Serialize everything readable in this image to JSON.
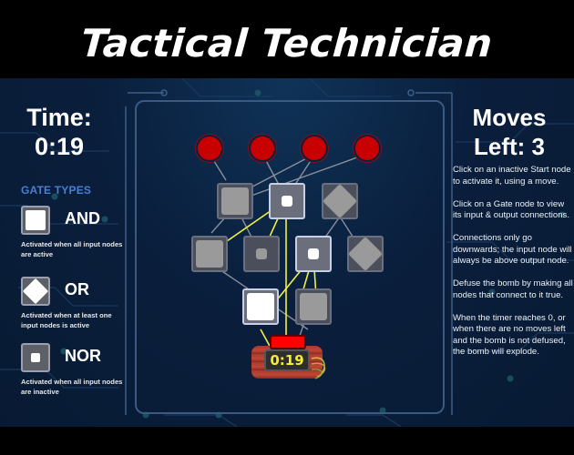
{
  "title": "Tactical Technician",
  "left_panel": {
    "time_label": "Time:",
    "time_value": "0:19",
    "gate_types_heading": "GATE TYPES",
    "gates": [
      {
        "name": "AND",
        "icon": "and-gate-icon",
        "description": "Activated when all input nodes are active"
      },
      {
        "name": "OR",
        "icon": "or-gate-icon",
        "description": "Activated when at least one input nodes is active"
      },
      {
        "name": "NOR",
        "icon": "nor-gate-icon",
        "description": "Activated when all input nodes are inactive"
      }
    ]
  },
  "right_panel": {
    "moves_label": "Moves",
    "moves_value": "Left: 3",
    "instructions": [
      "Click on an inactive Start node to activate it, using a move.",
      "Click on a Gate node to view its input & output connections.",
      "Connections only go downwards; the input node will always be above output node.",
      "Defuse the bomb by making all nodes that connect to it true.",
      "When the timer reaches 0, or when there are no moves left and the bomb is not defused, the bomb will explode."
    ]
  },
  "board": {
    "start_nodes": [
      {
        "id": "S1",
        "state": "inactive"
      },
      {
        "id": "S2",
        "state": "inactive"
      },
      {
        "id": "S3",
        "state": "inactive"
      },
      {
        "id": "S4",
        "state": "inactive"
      }
    ],
    "gate_rows": [
      [
        {
          "type": "AND",
          "on": false,
          "selected": false
        },
        {
          "type": "NOR",
          "on": true,
          "selected": true
        },
        {
          "type": "OR",
          "on": false,
          "selected": false
        }
      ],
      [
        {
          "type": "AND",
          "on": false,
          "selected": false
        },
        {
          "type": "NOR",
          "on": false,
          "selected": false
        },
        {
          "type": "NOR",
          "on": true,
          "selected": true
        },
        {
          "type": "OR",
          "on": false,
          "selected": false
        }
      ],
      [
        {
          "type": "AND",
          "on": true,
          "selected": true
        },
        {
          "type": "AND",
          "on": false,
          "selected": false
        }
      ]
    ],
    "bomb_timer": "0:19"
  },
  "colors": {
    "start_node": "#c80000",
    "highlight_wire": "#f0f040",
    "dim_wire": "#8a8f9a",
    "heading_blue": "#4a7fd0",
    "bomb_display_text": "#f5ee2a",
    "background": "#0a1f3d"
  }
}
